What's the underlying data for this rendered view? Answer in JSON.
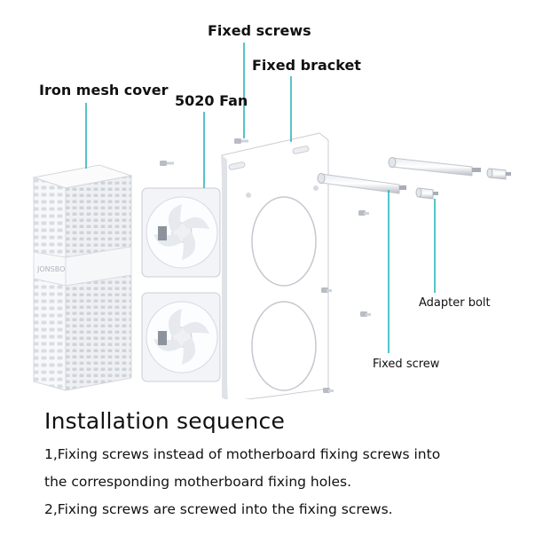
{
  "labels": {
    "fixed_screws": "Fixed screws",
    "fixed_bracket": "Fixed bracket",
    "iron_mesh_cover": "Iron mesh cover",
    "fan": "5020 Fan",
    "adapter_bolt": "Adapter bolt",
    "fixed_screw": "Fixed screw",
    "brand_logo": "JONSBO"
  },
  "instructions": {
    "heading": "Installation sequence",
    "steps": [
      "1,Fixing screws instead of motherboard fixing screws into",
      "the corresponding motherboard fixing holes.",
      "2,Fixing screws are screwed into the fixing screws."
    ]
  },
  "colors": {
    "leader_line": "#2bb5bd",
    "part_fill": "#f4f5f7",
    "part_edge": "#c9ccd2",
    "text": "#111111"
  }
}
